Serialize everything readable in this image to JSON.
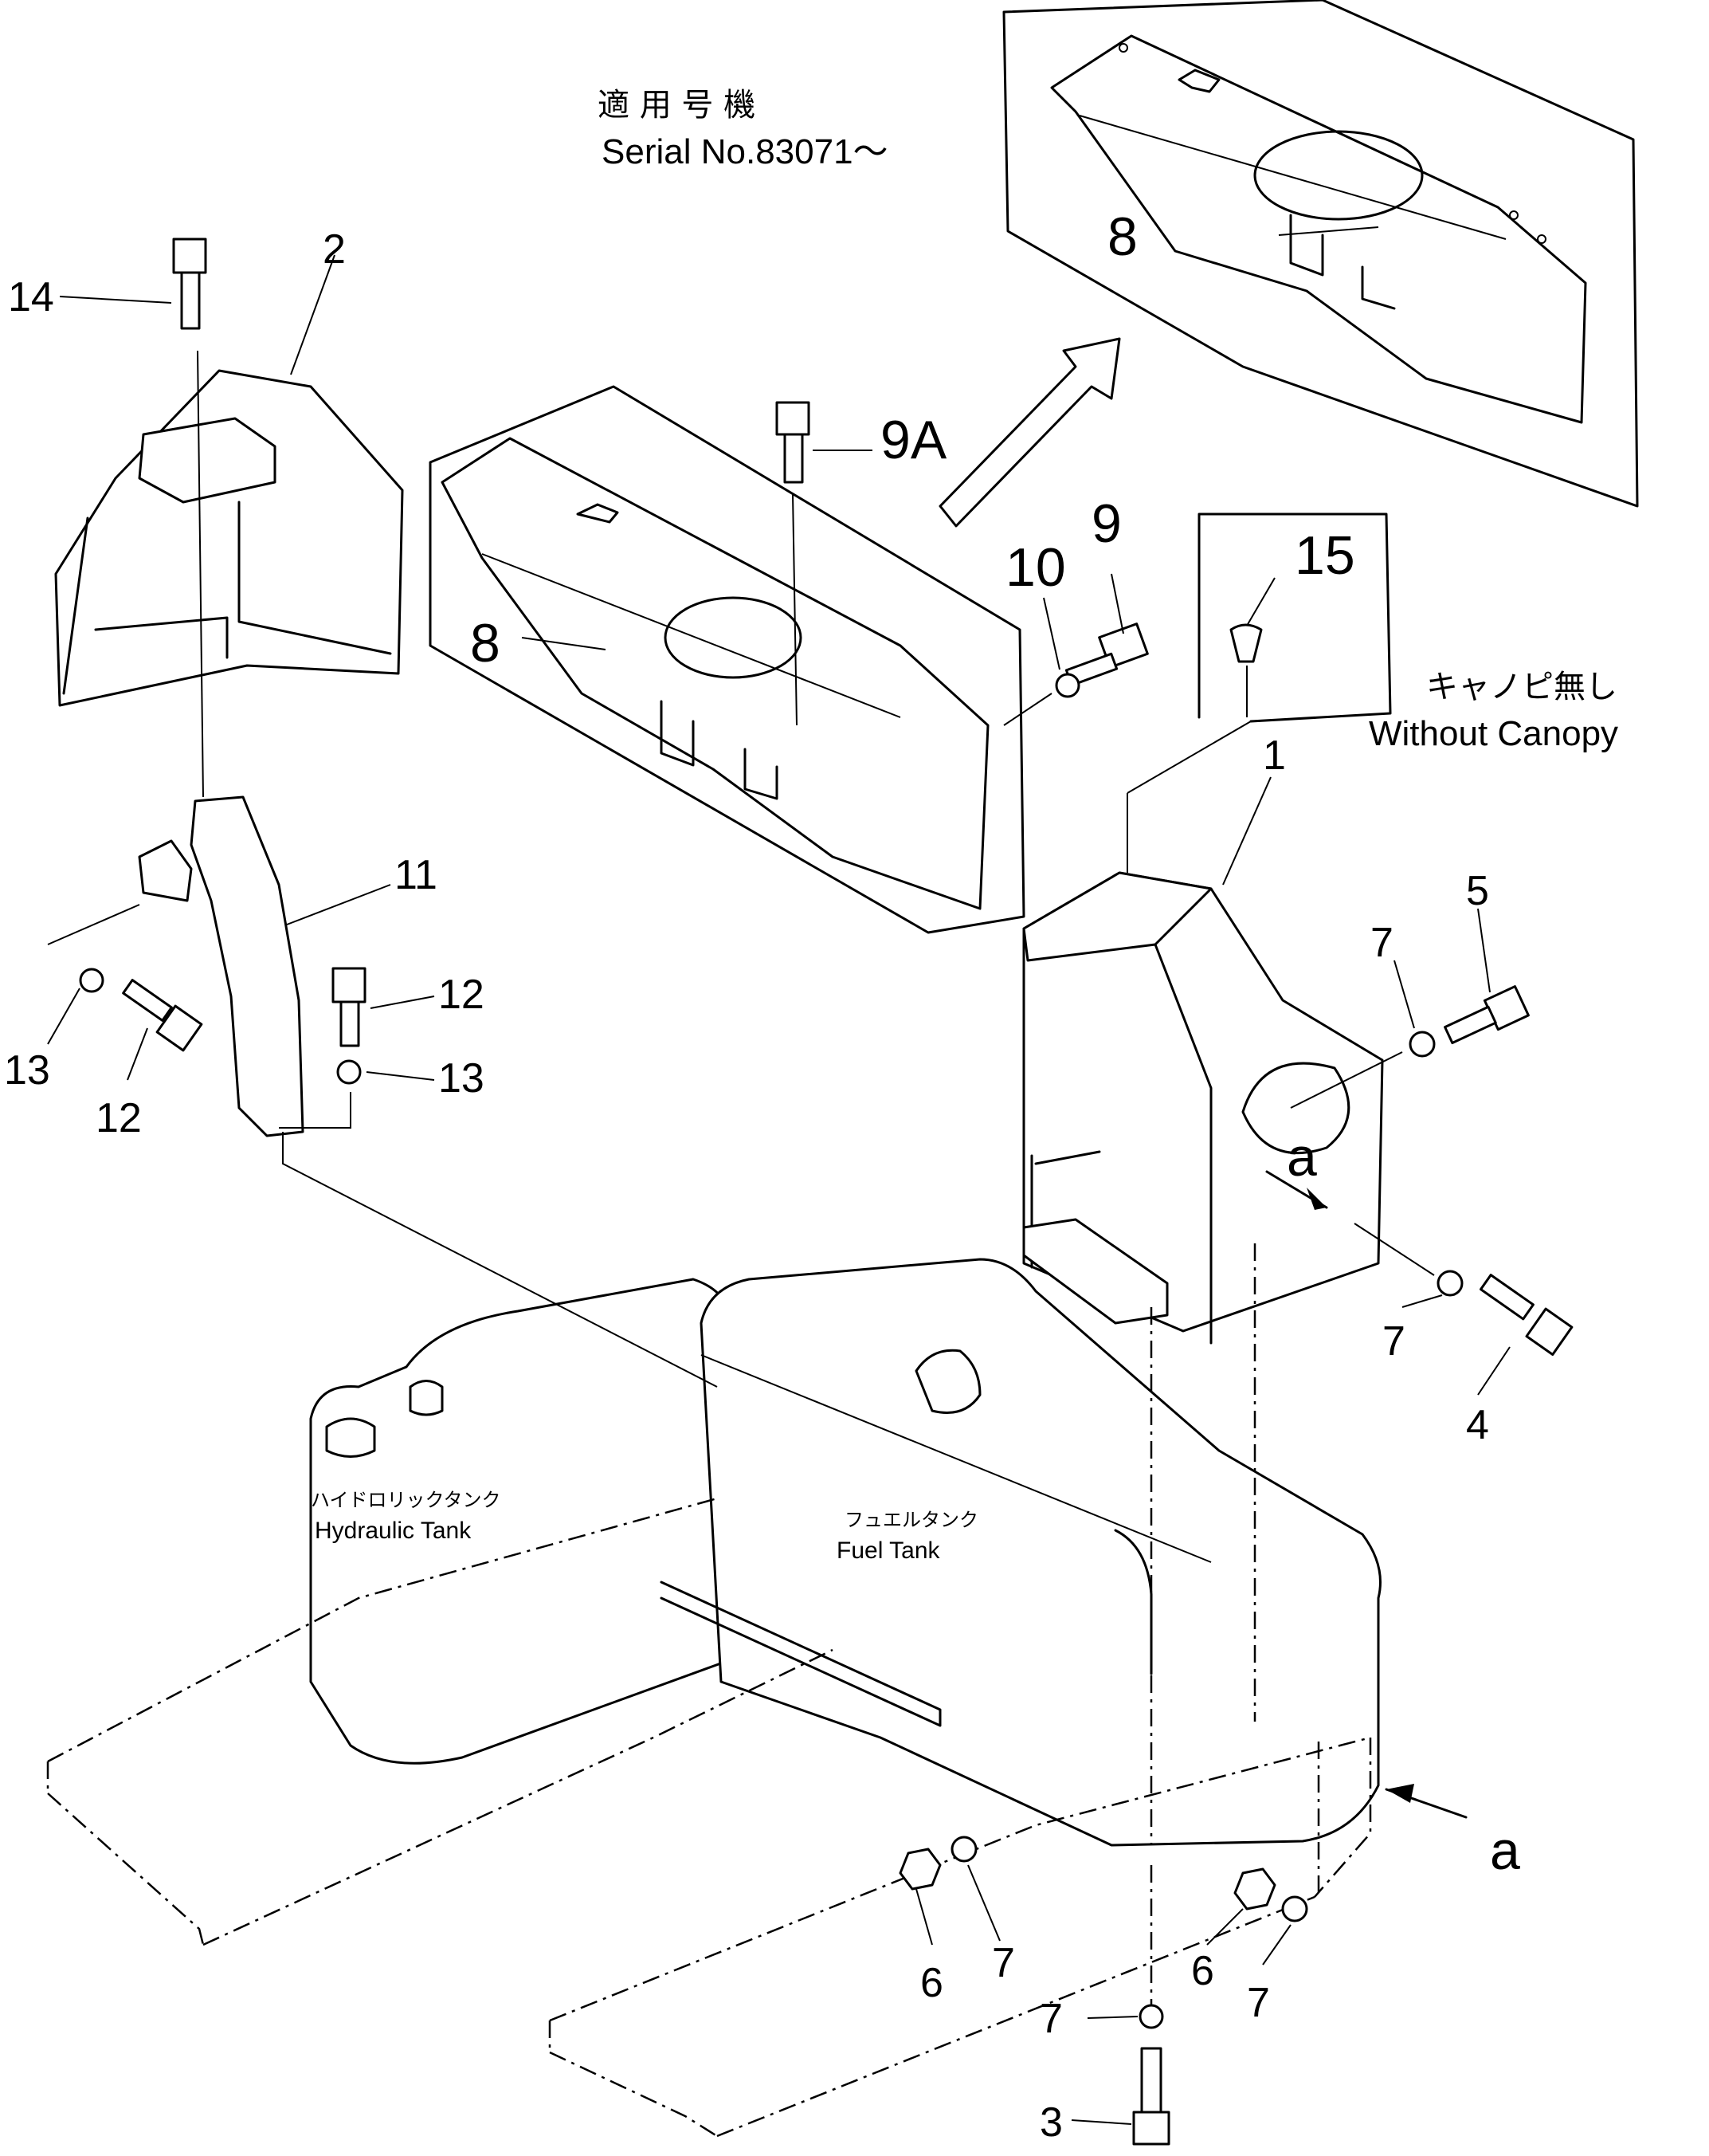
{
  "notes": {
    "serial_jp": "適 用 号 機",
    "serial_en": "Serial  No.83071～",
    "canopy_jp": "キャノピ無し",
    "canopy_en": "Without Canopy"
  },
  "tanks": {
    "hydraulic_jp": "ハイドロリックタンク",
    "hydraulic_en": "Hydraulic  Tank",
    "fuel_jp": "フュエルタンク",
    "fuel_en": "Fuel  Tank"
  },
  "callouts": {
    "c1": "1",
    "c2": "2",
    "c3": "3",
    "c4": "4",
    "c5": "5",
    "c6a": "6",
    "c6b": "6",
    "c7a": "7",
    "c7b": "7",
    "c7c": "7",
    "c7d": "7",
    "c7e": "7",
    "c8a": "8",
    "c8b": "8",
    "c9": "9",
    "c9a": "9A",
    "c10": "10",
    "c11": "11",
    "c12a": "12",
    "c12b": "12",
    "c13a": "13",
    "c13b": "13",
    "c14": "14",
    "c15": "15",
    "view_a1": "a",
    "view_a2": "a"
  }
}
